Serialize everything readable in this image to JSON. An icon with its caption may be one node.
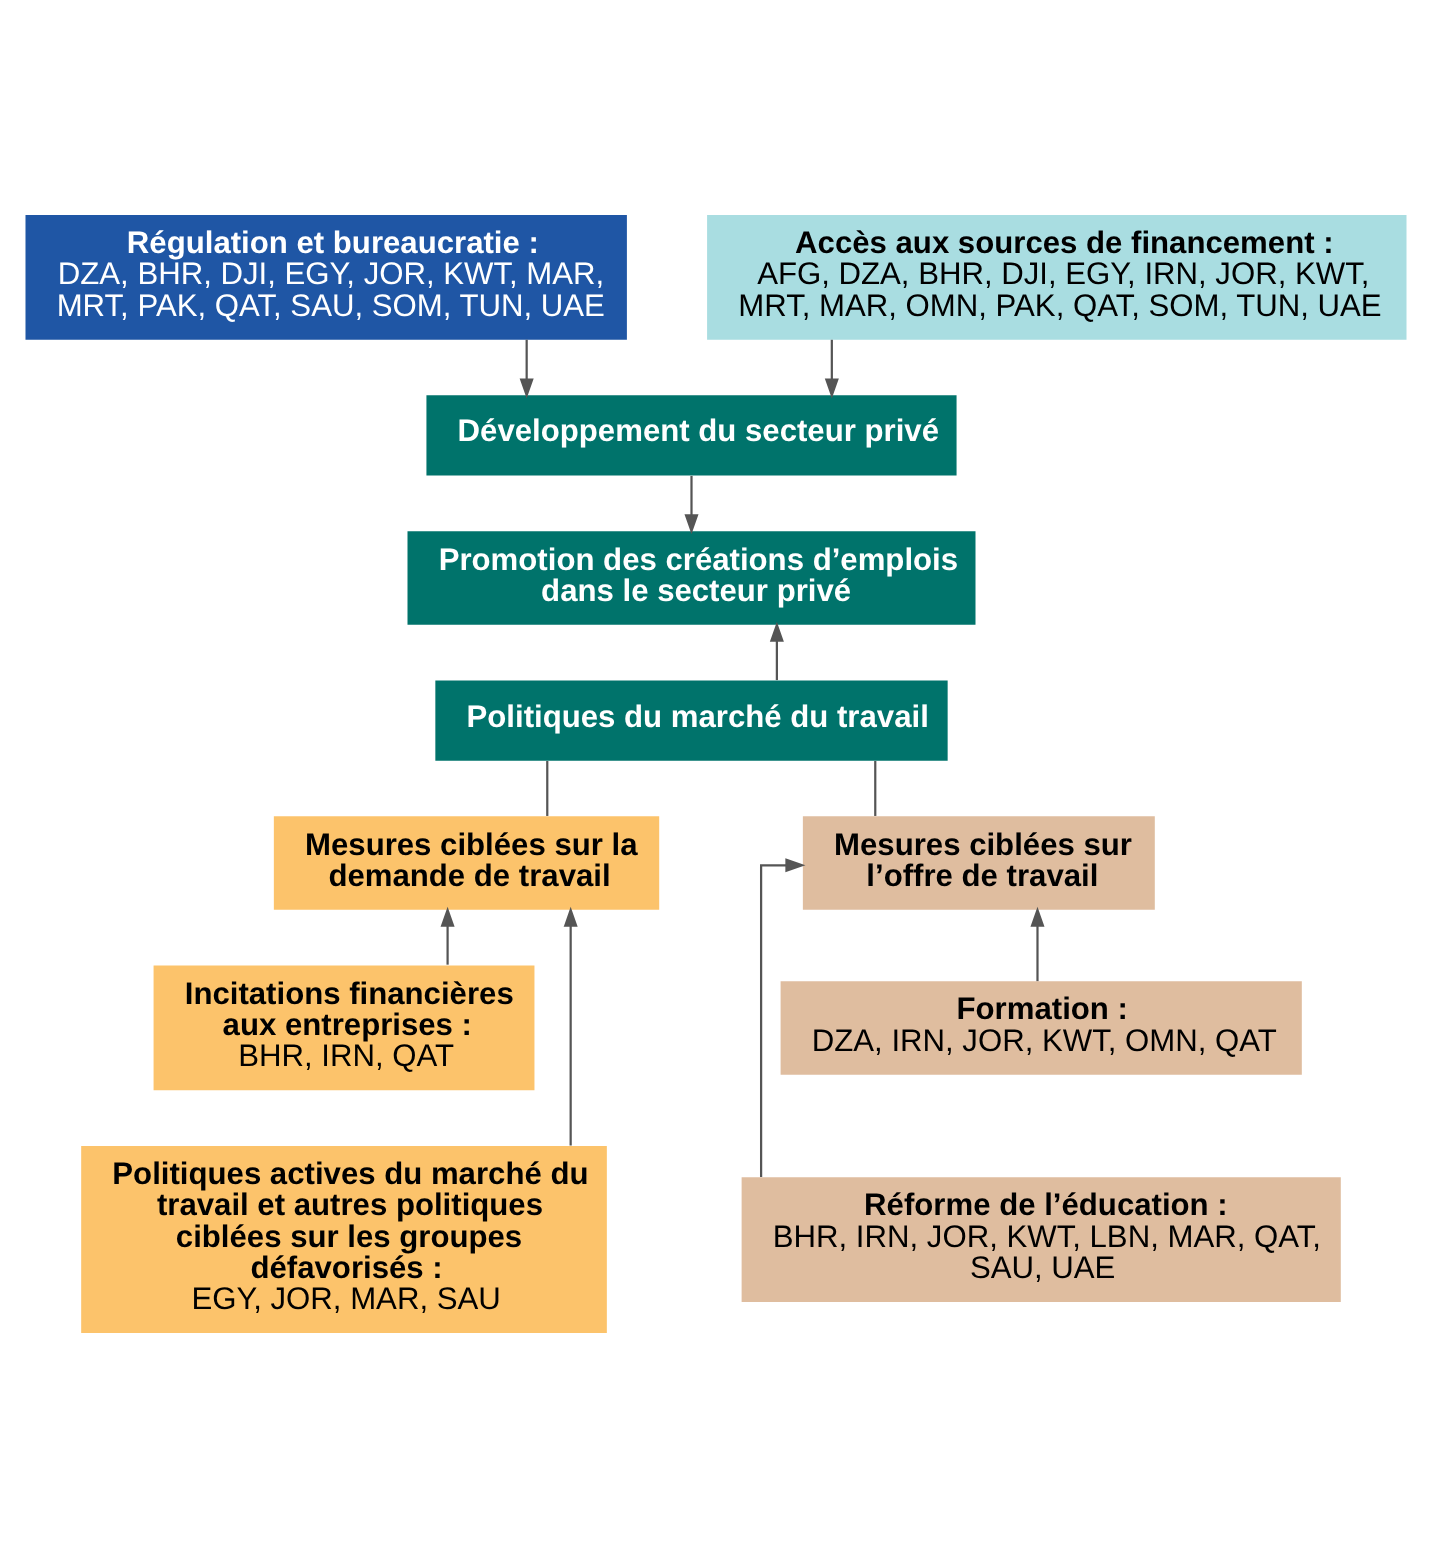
{
  "diagram": {
    "nodes": [
      {
        "text": [
          "Régulation et bureaucratie :",
          "DZA, BHR, DJI, EGY, JOR, KWT, MAR, MRT, PAK, QAT, SAU, SOM, TUN, UAE"
        ]
      },
      {
        "text": [
          "Accès aux sources de financement :",
          "AFG, DZA, BHR, DJI, EGY, IRN, JOR, KWT, MRT, MAR, OMN, PAK, QAT, SOM, TUN, UAE"
        ]
      },
      {
        "text": [
          "Développement du secteur privé"
        ]
      },
      {
        "text": [
          "Promotion des créations d’emplois dans le secteur privé"
        ]
      },
      {
        "text": [
          "Politiques du marché du travail"
        ]
      },
      {
        "text": [
          "Mesures ciblées sur la demande de travail"
        ]
      },
      {
        "text": [
          "Mesures ciblées sur l’offre de travail"
        ]
      },
      {
        "text": [
          "Incitations financières aux entreprises :",
          "BHR, IRN, QAT"
        ]
      },
      {
        "text": [
          "Politiques actives du marché du travail et autres politiques ciblées sur les groupes défavorisés :",
          "EGY, JOR, MAR, SAU"
        ]
      },
      {
        "text": [
          "Formation :",
          "DZA, IRN, JOR, KWT, OMN, QAT"
        ]
      },
      {
        "text": [
          "Réforme de l’éducation :",
          "BHR, IRN, JOR, KWT, LBN, MAR, QAT, SAU, UAE"
        ]
      }
    ],
    "edges": [
      {
        "from": 1,
        "to": 2,
        "arrow": "to"
      },
      {
        "from": 0,
        "to": 2,
        "arrow": "to"
      },
      {
        "from": 2,
        "to": 3,
        "arrow": "to"
      },
      {
        "from": 4,
        "to": 3,
        "arrow": "to"
      },
      {
        "from": 4,
        "to": 5,
        "arrow": "none"
      },
      {
        "from": 4,
        "to": 6,
        "arrow": "none"
      },
      {
        "from": 7,
        "to": 5,
        "arrow": "to"
      },
      {
        "from": 8,
        "to": 5,
        "arrow": "to"
      },
      {
        "from": 9,
        "to": 6,
        "arrow": "to"
      },
      {
        "from": 10,
        "to": 6,
        "arrow": "to"
      }
    ]
  }
}
